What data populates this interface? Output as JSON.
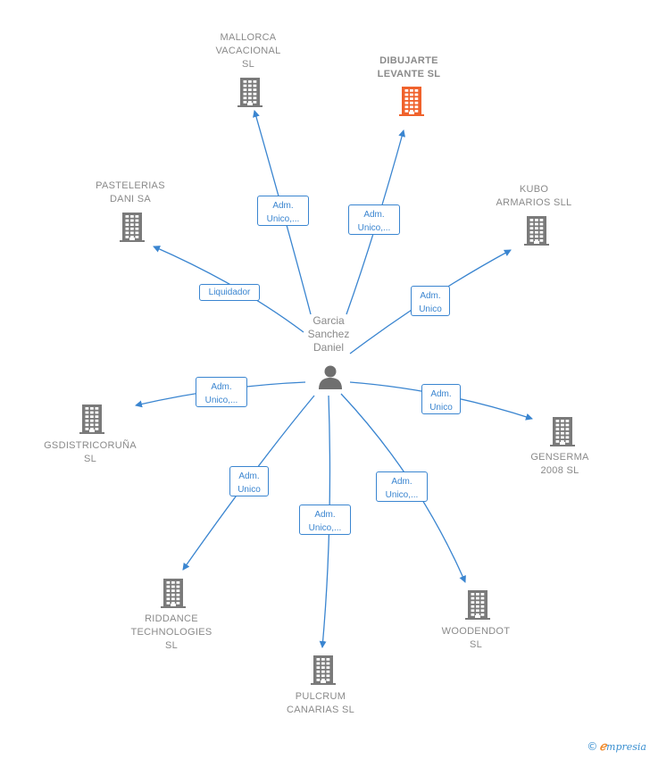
{
  "center": {
    "name": "Garcia\nSanchez\nDaniel",
    "icon": "person-icon"
  },
  "colors": {
    "edge": "#3a85d0",
    "company": "#7a7a7a",
    "highlight": "#f0622c"
  },
  "nodes": [
    {
      "id": "mallorca",
      "label": "MALLORCA\nVACACIONAL\nSL",
      "icon": "building-icon",
      "highlight": false,
      "relation": "Adm.\nUnico,..."
    },
    {
      "id": "dibujarte",
      "label": "DIBUJARTE\nLEVANTE  SL",
      "icon": "building-icon",
      "highlight": true,
      "relation": "Adm.\nUnico,..."
    },
    {
      "id": "kubo",
      "label": "KUBO\nARMARIOS  SLL",
      "icon": "building-icon",
      "highlight": false,
      "relation": "Adm.\nUnico"
    },
    {
      "id": "pastelerias",
      "label": "PASTELERIAS\nDANI SA",
      "icon": "building-icon",
      "highlight": false,
      "relation": "Liquidador"
    },
    {
      "id": "gsdistri",
      "label": "GSDISTRICORUÑA\nSL",
      "icon": "building-icon",
      "highlight": false,
      "relation": "Adm.\nUnico,..."
    },
    {
      "id": "genserma",
      "label": "GENSERMA\n2008  SL",
      "icon": "building-icon",
      "highlight": false,
      "relation": "Adm.\nUnico"
    },
    {
      "id": "riddance",
      "label": "RIDDANCE\nTECHNOLOGIES\nSL",
      "icon": "building-icon",
      "highlight": false,
      "relation": "Adm.\nUnico"
    },
    {
      "id": "pulcrum",
      "label": "PULCRUM\nCANARIAS SL",
      "icon": "building-icon",
      "highlight": false,
      "relation": "Adm.\nUnico,..."
    },
    {
      "id": "woodendot",
      "label": "WOODENDOT\nSL",
      "icon": "building-icon",
      "highlight": false,
      "relation": "Adm.\nUnico,..."
    }
  ],
  "footer": {
    "copyright": "©",
    "brand_e": "ℯ",
    "brand_rest": "mpresia"
  }
}
